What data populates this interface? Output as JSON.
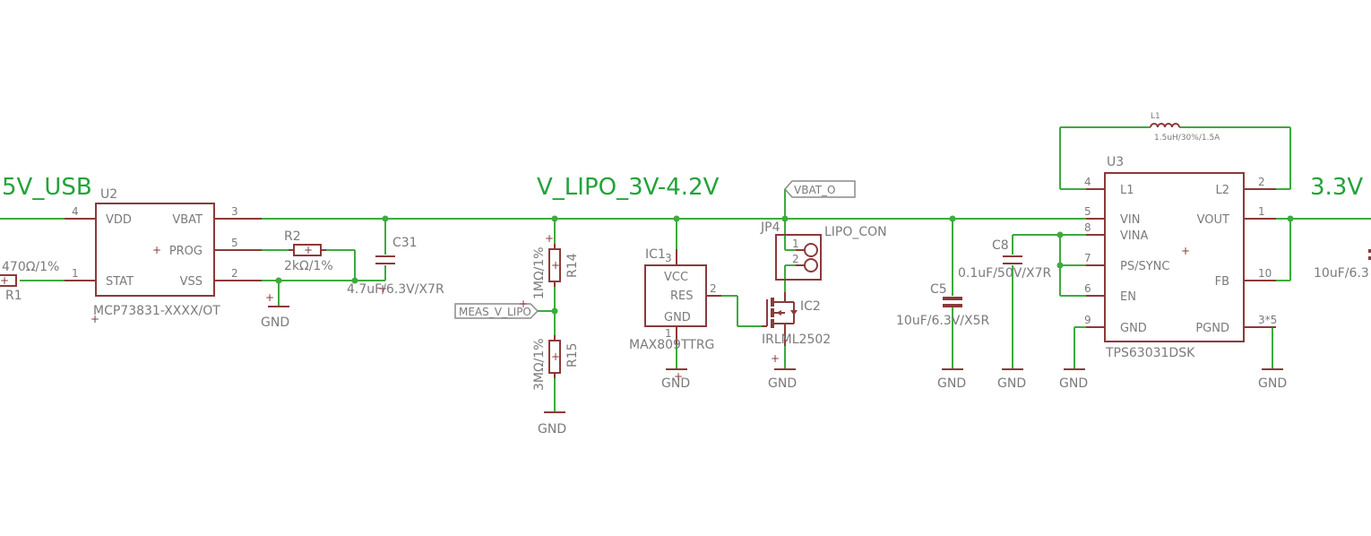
{
  "nets": {
    "usb": "5V_USB",
    "lipo": "V_LIPO_3V-4.2V",
    "out": "3.3V",
    "gnd": "GND"
  },
  "u2": {
    "ref": "U2",
    "value": "MCP73831-XXXX/OT",
    "pins": {
      "vdd": "VDD",
      "vbat": "VBAT",
      "prog": "PROG",
      "stat": "STAT",
      "vss": "VSS",
      "n_vdd": "4",
      "n_vbat": "3",
      "n_prog": "5",
      "n_stat": "1",
      "n_vss": "2"
    }
  },
  "r1": {
    "ref": "R1",
    "value": "470Ω/1%"
  },
  "r2": {
    "ref": "R2",
    "value": "2kΩ/1%"
  },
  "c31": {
    "ref": "C31",
    "value": "4.7uF/6.3V/X7R"
  },
  "r14": {
    "ref": "R14",
    "value": "1MΩ/1%"
  },
  "r15": {
    "ref": "R15",
    "value": "3MΩ/1%"
  },
  "meas_flag": "MEAS_V_LIPO",
  "ic1": {
    "ref": "IC1",
    "value": "MAX809TTRG",
    "pins": {
      "vcc": "VCC",
      "res": "RES",
      "gnd": "GND",
      "n_vcc": "3",
      "n_res": "2",
      "n_gnd": "1"
    }
  },
  "jp4": {
    "ref": "JP4",
    "value": "LIPO_CON",
    "n1": "1",
    "n2": "2"
  },
  "vbat_flag": "VBAT_O",
  "ic2": {
    "ref": "IC2",
    "value": "IRLML2502"
  },
  "c5": {
    "ref": "C5",
    "value": "10uF/6.3V/X5R"
  },
  "c8": {
    "ref": "C8",
    "value": "0.1uF/50V/X7R"
  },
  "l1": {
    "ref": "L1",
    "value": "1.5uH/30%/1.5A"
  },
  "u3": {
    "ref": "U3",
    "value": "TPS63031DSK",
    "pins": {
      "l1": "L1",
      "l2": "L2",
      "vin": "VIN",
      "vina": "VINA",
      "ps": "PS/SYNC",
      "en": "EN",
      "gnd": "GND",
      "vout": "VOUT",
      "fb": "FB",
      "pgnd": "PGND",
      "n_l1": "4",
      "n_l2": "2",
      "n_vin": "5",
      "n_vina": "8",
      "n_ps": "7",
      "n_en": "6",
      "n_gnd": "9",
      "n_vout": "1",
      "n_fb": "10",
      "n_pgnd": "3*5"
    }
  },
  "cout": {
    "value": "10uF/6.3"
  },
  "colors": {
    "wire": "#3dab3d",
    "symbol": "#8b3a3a",
    "netlabel": "#22a33a",
    "text": "#7a7a7a"
  }
}
